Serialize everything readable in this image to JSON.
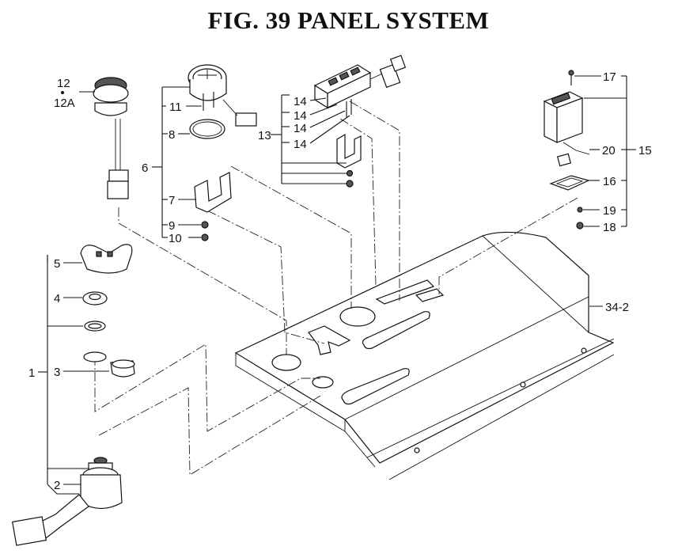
{
  "title": "FIG. 39  PANEL SYSTEM",
  "callouts": {
    "c1": "1",
    "c2": "2",
    "c3": "3",
    "c4": "4",
    "c5": "5",
    "c6": "6",
    "c7": "7",
    "c8": "8",
    "c9": "9",
    "c10": "10",
    "c11": "11",
    "c12": "12",
    "c12a": "12A",
    "c13": "13",
    "c14a": "14",
    "c14b": "14",
    "c14c": "14",
    "c14d": "14",
    "c15": "15",
    "c16": "16",
    "c17": "17",
    "c18": "18",
    "c19": "19",
    "c20": "20",
    "c34_2": "34-2"
  }
}
